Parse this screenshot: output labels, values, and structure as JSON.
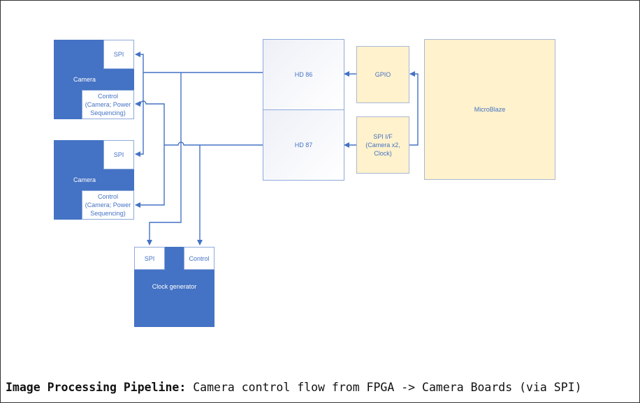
{
  "camera1": {
    "label": "Camera",
    "spi": "SPI",
    "control": "Control (Camera; Power Sequencing)"
  },
  "camera2": {
    "label": "Camera",
    "spi": "SPI",
    "control": "Control (Camera; Power Sequencing)"
  },
  "clock": {
    "label": "Clock generator",
    "spi": "SPI",
    "control": "Control"
  },
  "fpga": {
    "hd86": "HD 86",
    "hd87": "HD 87"
  },
  "gpio": "GPIO",
  "spi_if": "SPI I/F (Camera x2, Clock)",
  "microblaze": "MicroBlaze",
  "caption": {
    "bold": "Image Processing Pipeline:",
    "text": " Camera control flow from FPGA -> Camera Boards (via SPI)"
  },
  "colors": {
    "block_blue": "#4472c4",
    "wire": "#4472c4",
    "ip_yellow": "#fff2cc"
  }
}
